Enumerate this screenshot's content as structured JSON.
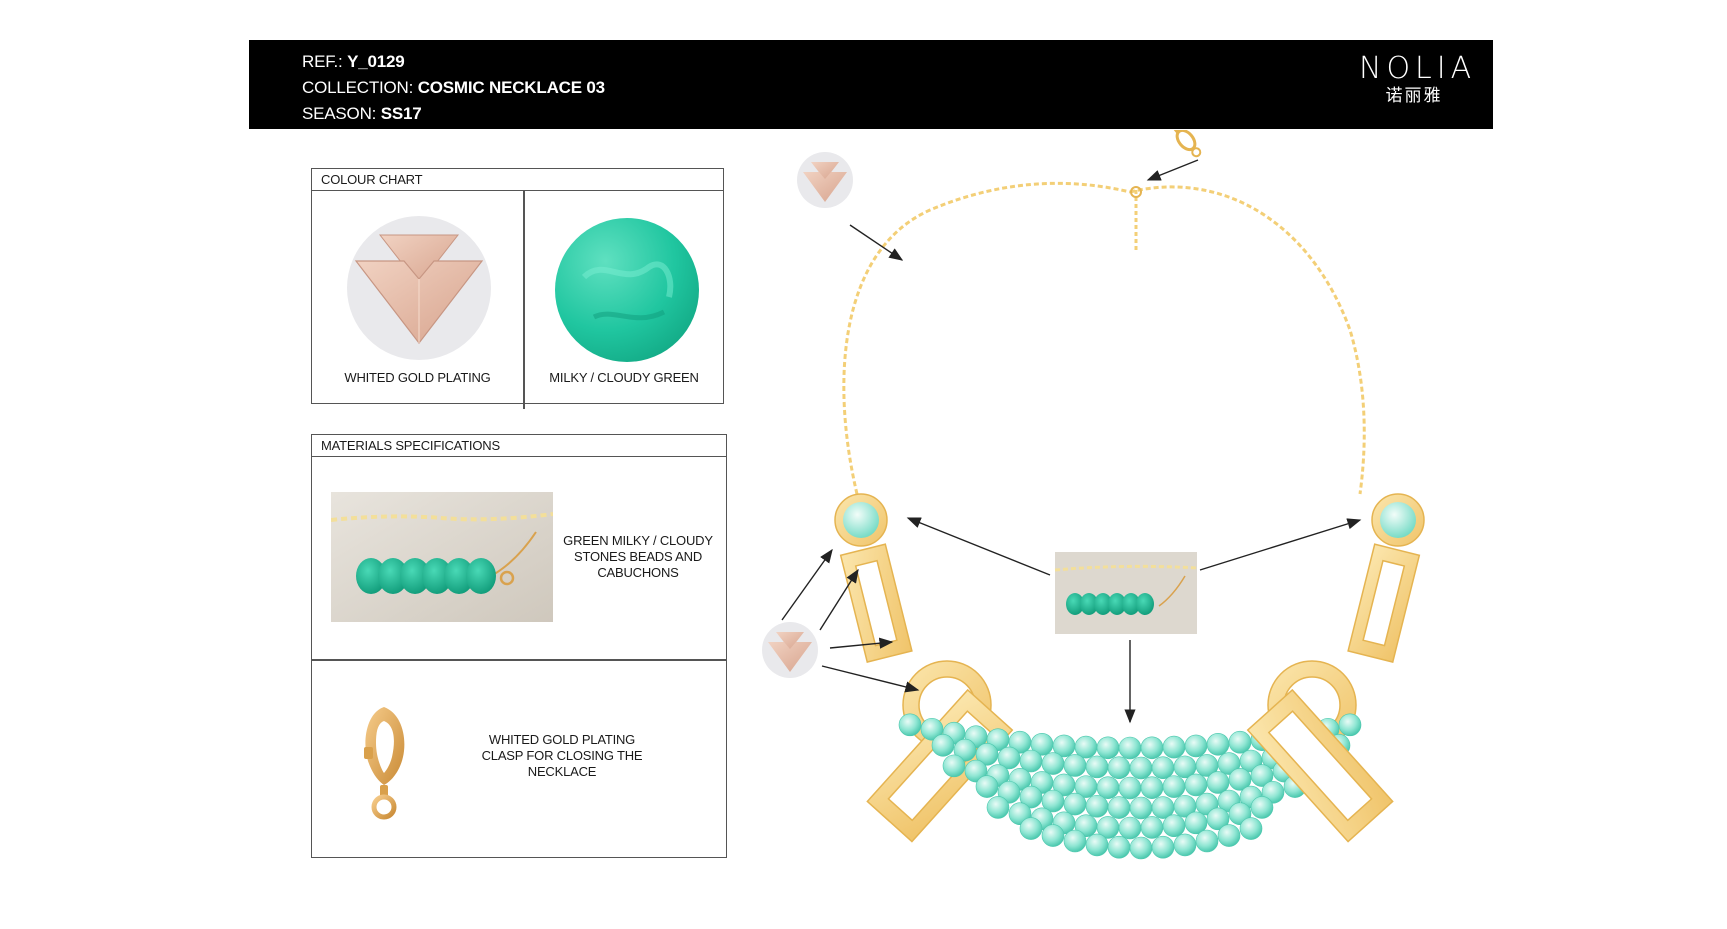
{
  "header": {
    "ref_label": "REF.:",
    "ref_value": "Y_0129",
    "collection_label": "COLLECTION:",
    "collection_value": "COSMIC NECKLACE 03",
    "season_label": "SEASON:",
    "season_value": "SS17",
    "brand_latin": "NOLIA",
    "brand_chinese": "诺丽雅"
  },
  "colour_chart": {
    "title": "COLOUR CHART",
    "swatches": [
      {
        "label": "WHITED GOLD PLATING",
        "color": "#e9c1ae"
      },
      {
        "label": "MILKY / CLOUDY GREEN",
        "color": "#1fc7a2"
      }
    ]
  },
  "materials": {
    "title": "MATERIALS SPECIFICATIONS",
    "items": [
      {
        "label": "GREEN MILKY / CLOUDY STONES BEADS AND CABUCHONS"
      },
      {
        "label": "WHITED GOLD PLATING CLASP FOR CLOSING THE NECKLACE"
      }
    ]
  },
  "colors": {
    "header_bg": "#000000",
    "gold": "#f6d27a",
    "gold_dark": "#e5b451",
    "rose_gold": "#e6b8a3",
    "turquoise": "#7fe0cd",
    "bead_green": "#1fbf9a"
  }
}
